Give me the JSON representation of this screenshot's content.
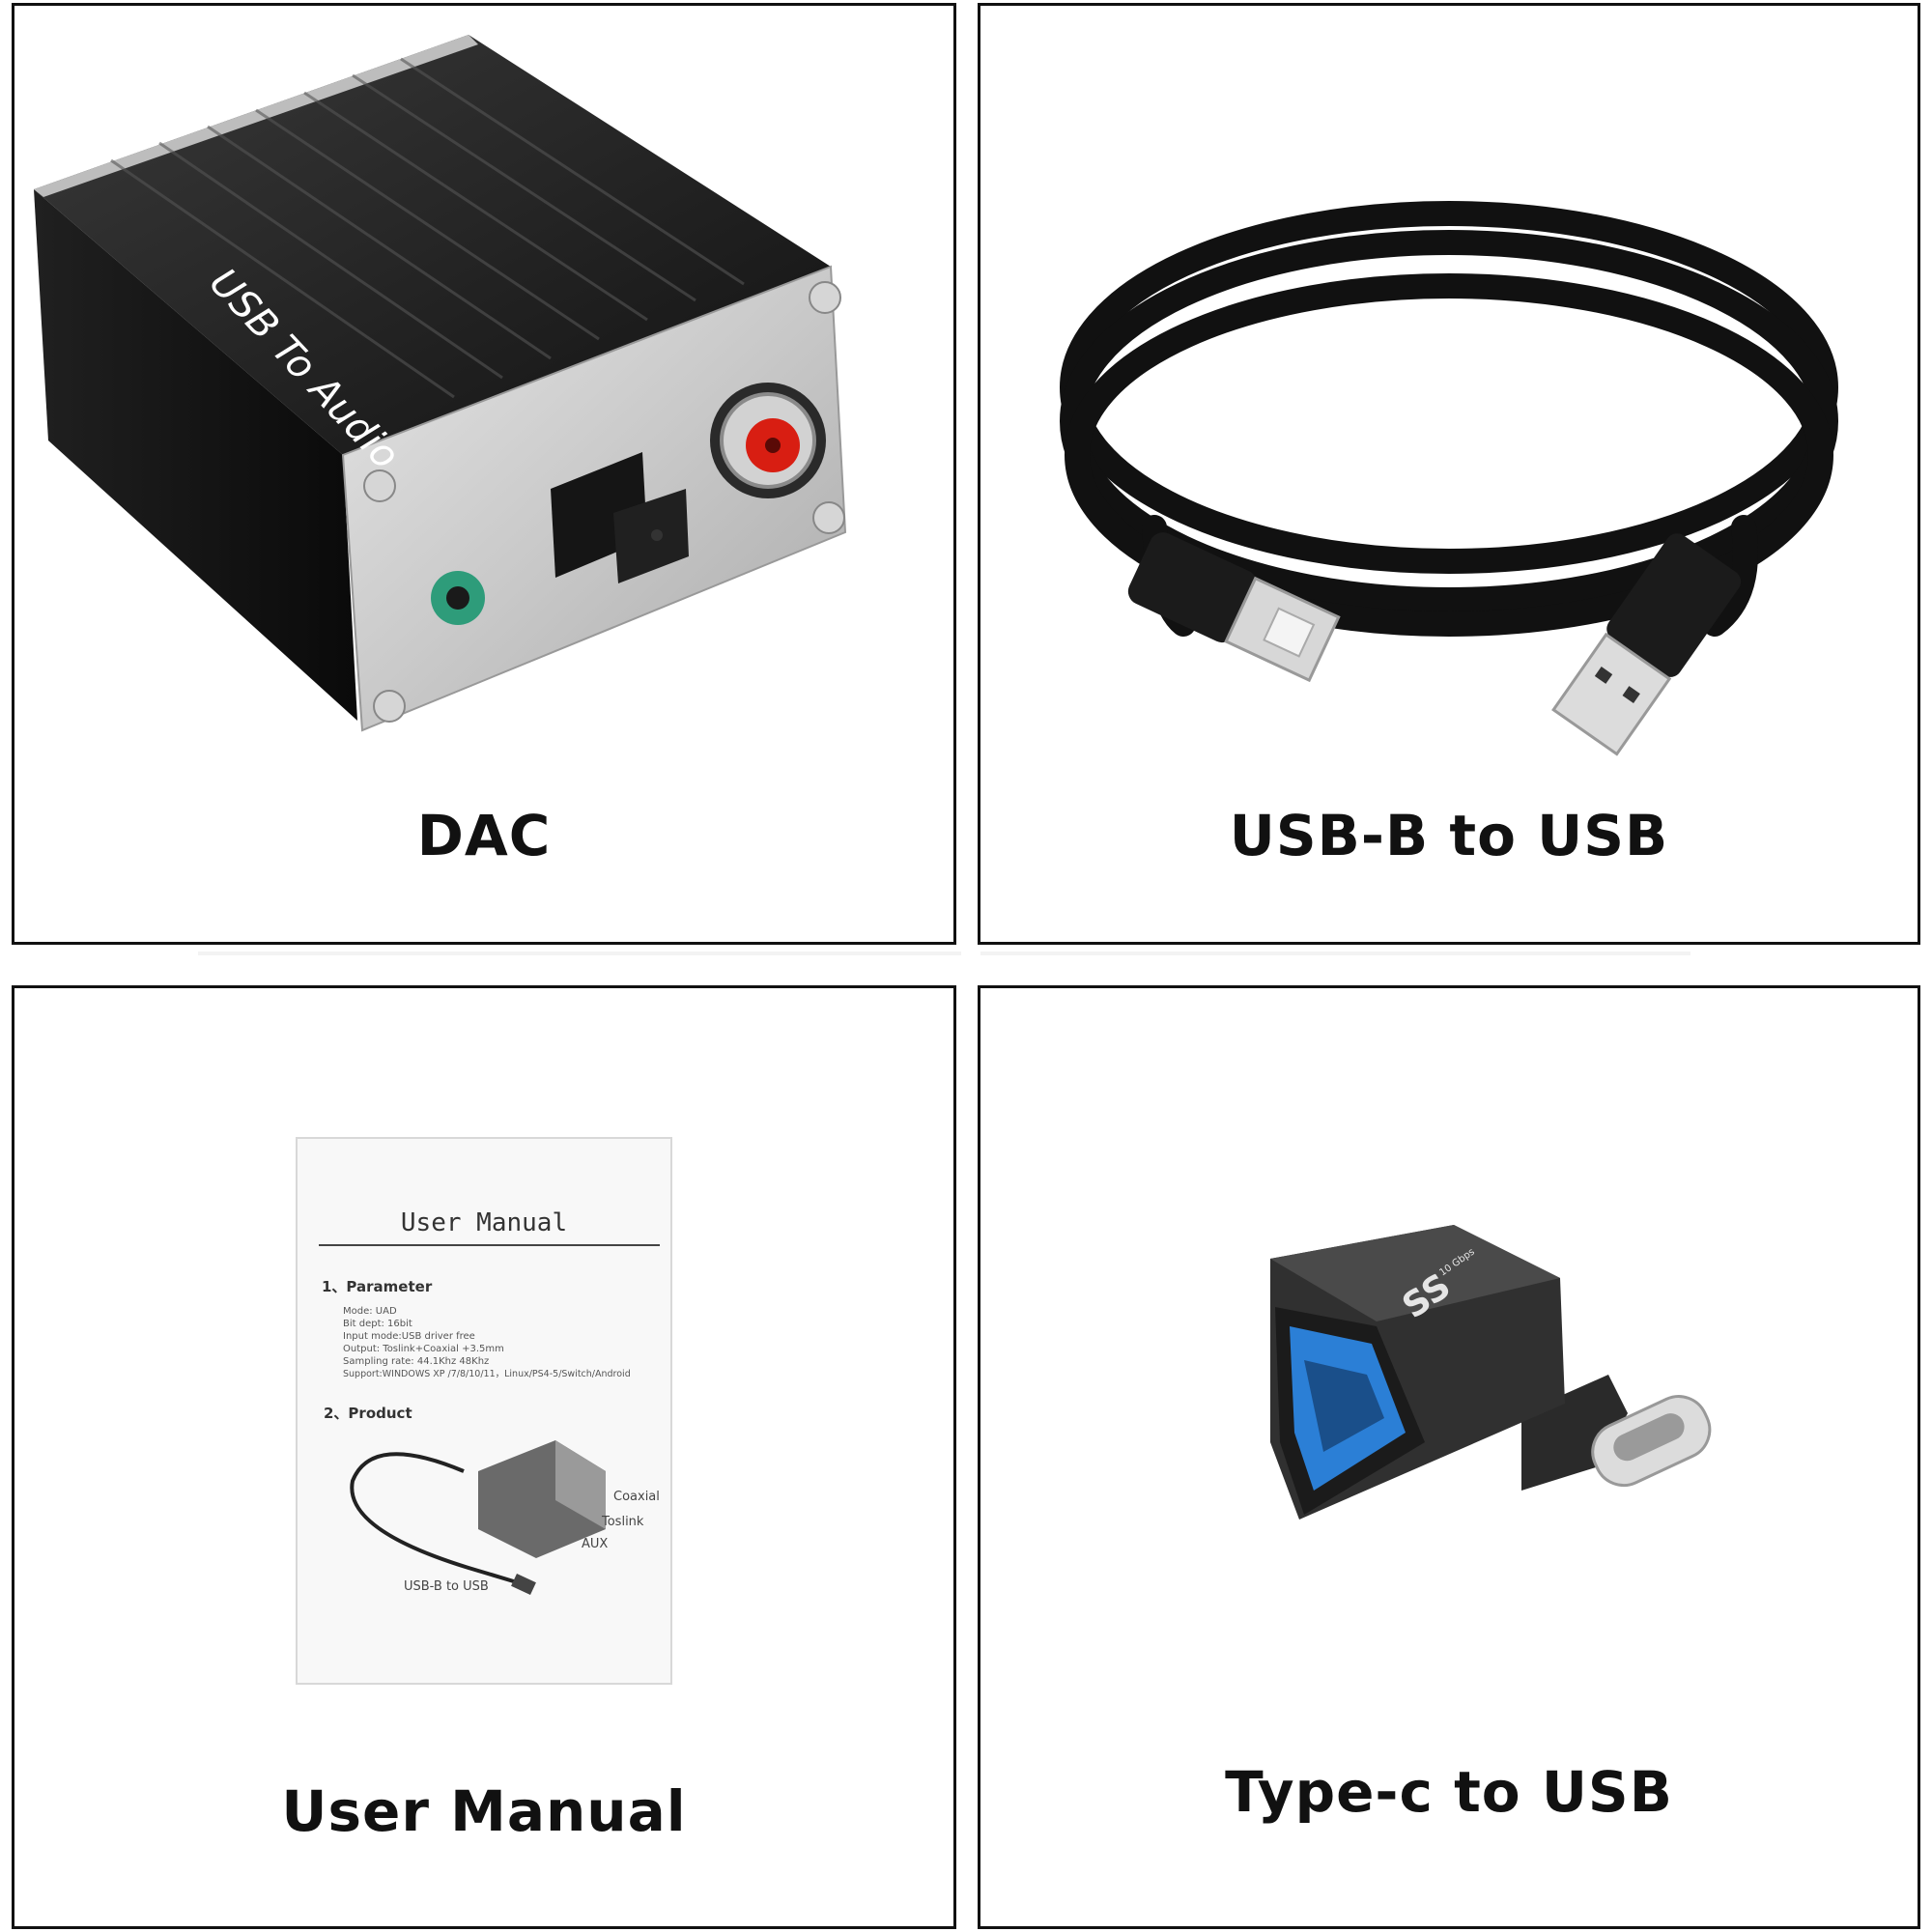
{
  "panels": {
    "dac": {
      "caption": "DAC",
      "device_label": "USB To Audio"
    },
    "cable": {
      "caption": "USB-B to USB"
    },
    "manual": {
      "caption": "User Manual",
      "booklet": {
        "title": "User Manual",
        "section1_heading": "1、Parameter",
        "parameters": [
          "Mode:  UAD",
          "Bit dept:  16bit",
          "Input mode:USB driver free",
          "Output:  Toslink+Coaxial +3.5mm",
          "Sampling rate:  44.1Khz 48Khz",
          "Support:WINDOWS XP /7/8/10/11，Linux/PS4-5/Switch/Android"
        ],
        "section2_heading": "2、Product",
        "diagram_labels": {
          "coaxial": "Coaxial",
          "toslink": "Toslink",
          "aux": "AUX",
          "cable": "USB-B to USB"
        }
      }
    },
    "adapter": {
      "caption": "Type-c to USB",
      "logo_text": "SS",
      "logo_small": "10 Gbps"
    }
  },
  "colors": {
    "border": "#111111",
    "caption": "#111111",
    "rca_red": "#d81e12",
    "jack_green": "#2e9c7a",
    "usb_blue": "#2b7fd6"
  }
}
